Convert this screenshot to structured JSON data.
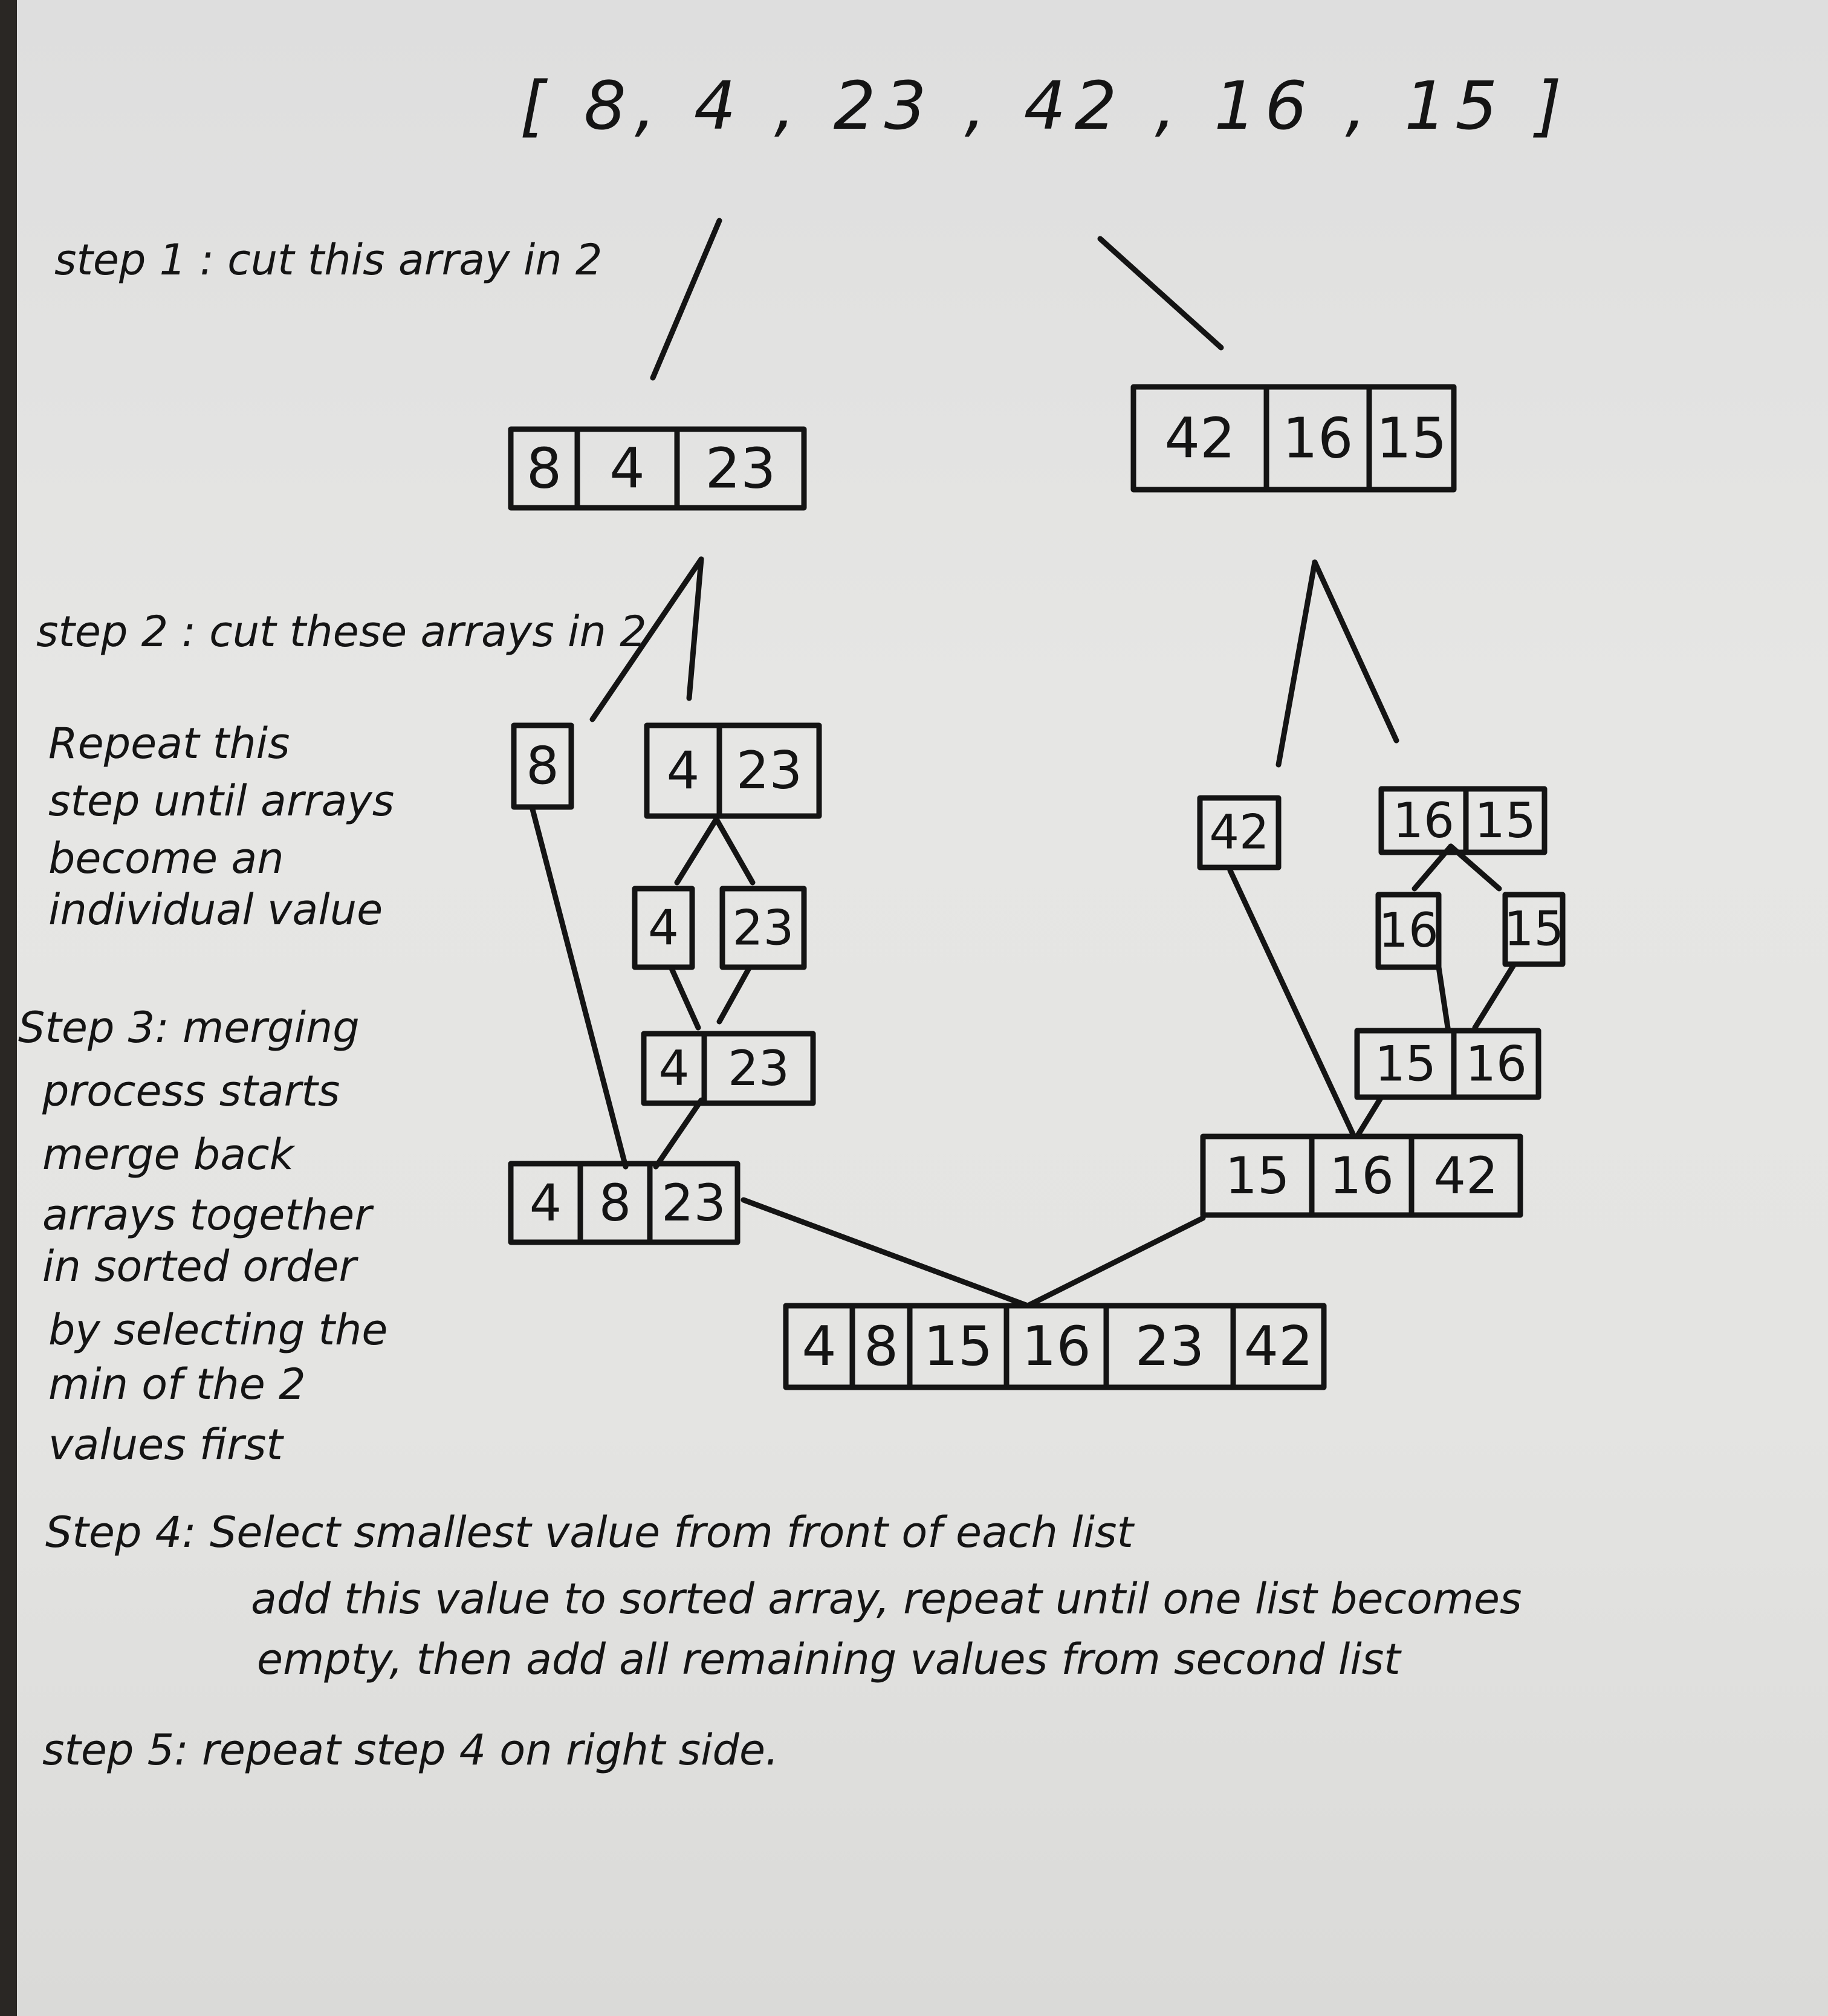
{
  "title_array": "[ 8, 4 , 23 , 42 , 16 , 15 ]",
  "steps": {
    "step1": "step 1 : cut this array in 2",
    "step2": "step 2 : cut these arrays in 2",
    "step2_note": [
      "Repeat this",
      "step until arrays",
      "become an",
      "individual value"
    ],
    "step3": [
      "Step 3: merging",
      "process starts",
      "merge back",
      "arrays together",
      "in sorted order",
      "by selecting the",
      "min of the 2",
      "values first"
    ],
    "step4": [
      "Step 4: Select smallest value from front of each list",
      "add this value to sorted array, repeat until one list becomes",
      "empty, then add all remaining values from second list"
    ],
    "step5": "step 5: repeat step 4 on right side."
  },
  "arrays": {
    "left_half": [
      "8",
      "4",
      "23"
    ],
    "right_half": [
      "42",
      "16",
      "15"
    ],
    "left_single": [
      "8"
    ],
    "left_pair": [
      "4",
      "23"
    ],
    "left_pair_split_a": [
      "4"
    ],
    "left_pair_split_b": [
      "23"
    ],
    "left_pair_merged": [
      "4",
      "23"
    ],
    "left_merged": [
      "4",
      "8",
      "23"
    ],
    "right_single": [
      "42"
    ],
    "right_pair": [
      "16",
      "15"
    ],
    "right_pair_split_a": [
      "16"
    ],
    "right_pair_split_b": [
      "15"
    ],
    "right_pair_merged": [
      "15",
      "16"
    ],
    "right_merged": [
      "15",
      "16",
      "42"
    ],
    "final_sorted": [
      "4",
      "8",
      "15",
      "16",
      "23",
      "42"
    ]
  }
}
